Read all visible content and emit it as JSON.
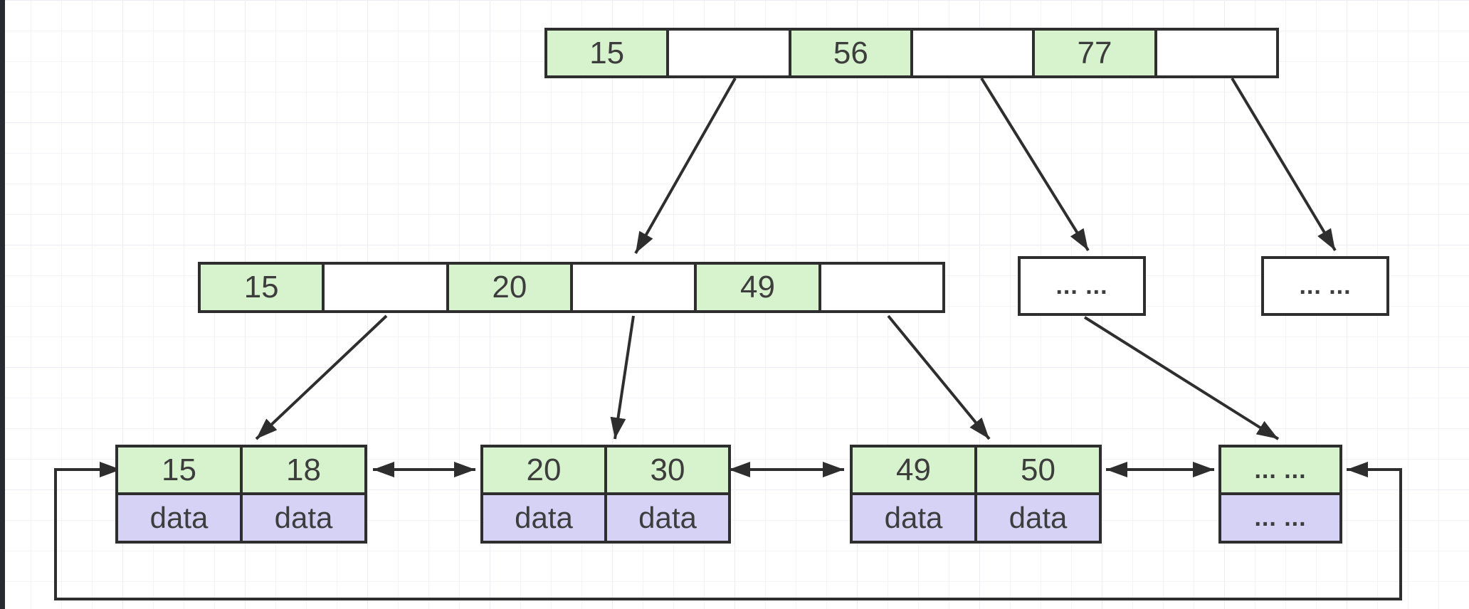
{
  "colors": {
    "background": "#ffffff",
    "grid_minor": "#f4f4f8",
    "grid_major": "#ececf2",
    "key_cell_fill": "#d7f3cd",
    "pointer_cell_fill": "#ffffff",
    "data_cell_fill": "#d5d2f5",
    "stroke": "#2e2e2e",
    "text": "#3d3d3d",
    "left_edge_strip": "#262a33"
  },
  "nodes": {
    "root": {
      "cells": [
        "15",
        "",
        "56",
        "",
        "77",
        ""
      ]
    },
    "internal": {
      "cells": [
        "15",
        "",
        "20",
        "",
        "49",
        ""
      ]
    },
    "internal_more": [
      {
        "label": "... ..."
      },
      {
        "label": "... ..."
      }
    ],
    "leaves": [
      {
        "keys": [
          "15",
          "18"
        ],
        "data": [
          "data",
          "data"
        ]
      },
      {
        "keys": [
          "20",
          "30"
        ],
        "data": [
          "data",
          "data"
        ]
      },
      {
        "keys": [
          "49",
          "50"
        ],
        "data": [
          "data",
          "data"
        ]
      },
      {
        "keys": [
          "... ..."
        ],
        "data": [
          "... ..."
        ]
      }
    ]
  }
}
